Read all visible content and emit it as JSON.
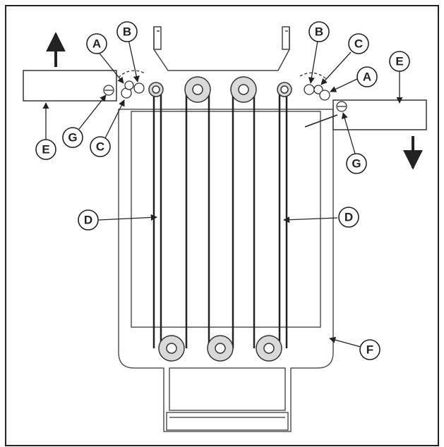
{
  "callouts": {
    "left_A": "A",
    "left_B": "B",
    "left_C": "C",
    "left_E": "E",
    "left_G": "G",
    "right_A": "A",
    "right_B": "B",
    "right_C": "C",
    "right_E": "E",
    "right_G": "G",
    "left_D": "D",
    "right_D": "D",
    "frame_F": "F"
  },
  "colors": {
    "line": "#222222",
    "pulley_fill": "#d9d9d9",
    "frame": "#555555"
  }
}
